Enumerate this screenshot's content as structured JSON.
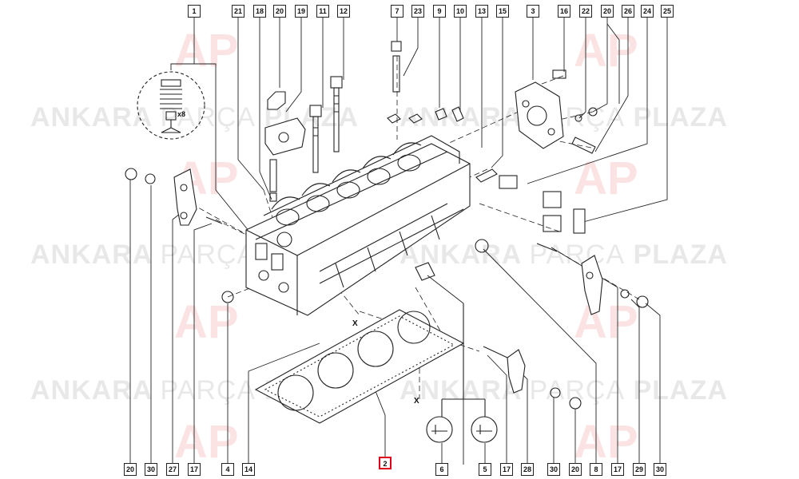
{
  "watermark": {
    "left": "ANKARA",
    "mid": "PARÇA",
    "right": "PLAZA",
    "logo": "AP"
  },
  "highlight_color": "#e0001b",
  "top_callouts": [
    "1",
    "21",
    "18",
    "20",
    "19",
    "11",
    "12",
    "7",
    "23",
    "9",
    "10",
    "13",
    "15",
    "3",
    "16",
    "22",
    "20",
    "26",
    "24",
    "25"
  ],
  "bottom_callouts": [
    "20",
    "30",
    "27",
    "17",
    "4",
    "14",
    "2",
    "6",
    "5",
    "17",
    "28",
    "30",
    "20",
    "8",
    "17",
    "29",
    "30"
  ],
  "highlighted_part": "2",
  "section_marks": [
    "X",
    "X"
  ],
  "valve_qty": "x8"
}
